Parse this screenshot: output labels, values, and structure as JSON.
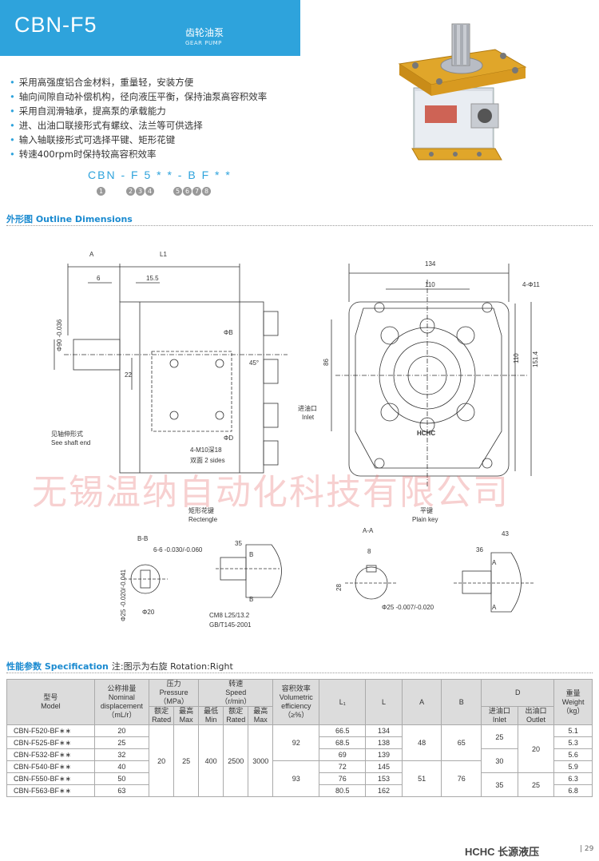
{
  "header": {
    "title": "CBN-F5",
    "subtitle_cn": "齿轮油泵",
    "subtitle_en": "GEAR PUMP"
  },
  "features": [
    "采用高强度铝合金材料，重量轻，安装方便",
    "轴向间隙自动补偿机构，径向液压平衡，保持油泵高容积效率",
    "采用自润滑轴承，提高泵的承载能力",
    "进、出油口联接形式有螺纹、法兰等可供选择",
    "输入轴联接形式可选择平键、矩形花键",
    "转速400rpm时保持较高容积效率"
  ],
  "model_code": {
    "text": "CBN - F 5 * * - B F * *",
    "numbers": [
      "1",
      "2",
      "3",
      "4",
      "5",
      "6",
      "7",
      "8"
    ]
  },
  "outline": {
    "heading": "外形图 Outline Dimensions",
    "labels": {
      "A": "A",
      "L1": "L1",
      "d6": "6",
      "d15_5": "15.5",
      "phi90": "Φ90 -0.036",
      "d22": "22",
      "phiB": "ΦB",
      "angle45": "45°",
      "phiD": "ΦD",
      "screw": "4-M10深18",
      "sides": "双面 2 sides",
      "shaft_cn": "见轴伸形式",
      "shaft_en": "See shaft end",
      "d134": "134",
      "d110a": "110",
      "hole": "4-Φ11",
      "d86": "86",
      "d110b": "110",
      "d151_4": "151.4",
      "inlet_cn": "进油口",
      "inlet_en": "Inlet",
      "hchc": "HCHC",
      "rect_cn": "矩形花键",
      "rect_en": "Rectengle",
      "plain_cn": "平键",
      "plain_en": "Plain key",
      "bb": "B-B",
      "key66": "6-6 -0.030/-0.060",
      "phi25a": "Φ25 -0.020/-0.041",
      "phi20": "Φ20",
      "d35": "35",
      "B": "B",
      "spline1": "CM8 L25/13.2",
      "spline2": "GB/T145-2001",
      "aa": "A-A",
      "d8": "8",
      "d28": "28",
      "phi25b": "Φ25 -0.007/-0.020",
      "d43": "43",
      "d36": "36"
    },
    "watermark": "无锡温纳自动化科技有限公司"
  },
  "spec": {
    "heading": "性能参数 Specification",
    "note": "注:图示为右旋 Rotation:Right",
    "headers": {
      "model": [
        "型号",
        "Model"
      ],
      "disp": [
        "公称排量",
        "Nominal",
        "displacement",
        "（mL/r）"
      ],
      "pressure": [
        "压力",
        "Pressure",
        "（MPa）"
      ],
      "rated": [
        "额定",
        "Rated"
      ],
      "max": [
        "最高",
        "Max"
      ],
      "speed": [
        "转速",
        "Speed",
        "（r/min）"
      ],
      "min": [
        "最低",
        "Min"
      ],
      "vol": [
        "容积效率",
        "Volumetric",
        "efficiency",
        "（≥%）"
      ],
      "L1": "L₁",
      "L": "L",
      "A": "A",
      "B": "B",
      "D": "D",
      "inlet": [
        "进油口",
        "Inlet"
      ],
      "outlet": [
        "出油口",
        "Outlet"
      ],
      "weight": [
        "重量",
        "Weight",
        "（kg）"
      ]
    },
    "rows": [
      {
        "model": "CBN-F520-BF∗∗",
        "disp": "20",
        "L1": "66.5",
        "L": "134",
        "weight": "5.1"
      },
      {
        "model": "CBN-F525-BF∗∗",
        "disp": "25",
        "L1": "68.5",
        "L": "138",
        "weight": "5.3"
      },
      {
        "model": "CBN-F532-BF∗∗",
        "disp": "32",
        "L1": "69",
        "L": "139",
        "weight": "5.6"
      },
      {
        "model": "CBN-F540-BF∗∗",
        "disp": "40",
        "L1": "72",
        "L": "145",
        "weight": "5.9"
      },
      {
        "model": "CBN-F550-BF∗∗",
        "disp": "50",
        "L1": "76",
        "L": "153",
        "weight": "6.3"
      },
      {
        "model": "CBN-F563-BF∗∗",
        "disp": "63",
        "L1": "80.5",
        "L": "162",
        "weight": "6.8"
      }
    ],
    "merged": {
      "p_rated": "20",
      "p_max": "25",
      "s_min": "400",
      "s_rated": "2500",
      "s_max": "3000",
      "vol1": "92",
      "vol2": "93",
      "A1": "48",
      "A2": "51",
      "B1": "65",
      "B2": "76",
      "in1": "25",
      "in2": "30",
      "in3": "35",
      "out1": "20",
      "out2": "25"
    }
  },
  "footer": {
    "brand": "HCHC 长源液压",
    "page": "| 29"
  }
}
